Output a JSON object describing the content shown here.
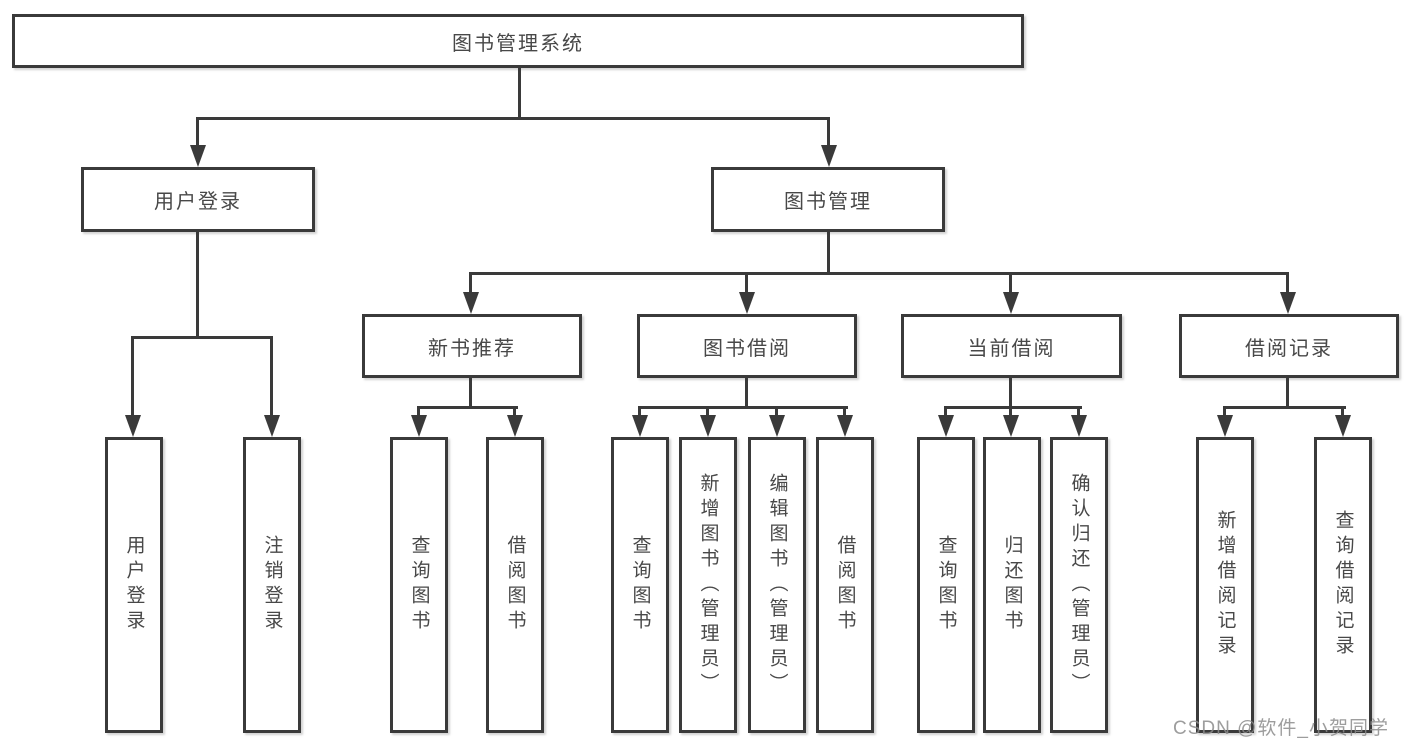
{
  "tree": {
    "label": "图书管理系统",
    "children": [
      {
        "label": "用户登录",
        "children": [
          {
            "label": "用户登录"
          },
          {
            "label": "注销登录"
          }
        ]
      },
      {
        "label": "图书管理",
        "children": [
          {
            "label": "新书推荐",
            "children": [
              {
                "label": "查询图书"
              },
              {
                "label": "借阅图书"
              }
            ]
          },
          {
            "label": "图书借阅",
            "children": [
              {
                "label": "查询图书"
              },
              {
                "label": "新增图书（管理员）"
              },
              {
                "label": "编辑图书（管理员）"
              },
              {
                "label": "借阅图书"
              }
            ]
          },
          {
            "label": "当前借阅",
            "children": [
              {
                "label": "查询图书"
              },
              {
                "label": "归还图书"
              },
              {
                "label": "确认归还（管理员）"
              }
            ]
          },
          {
            "label": "借阅记录",
            "children": [
              {
                "label": "新增借阅记录"
              },
              {
                "label": "查询借阅记录"
              }
            ]
          }
        ]
      }
    ]
  },
  "watermark": "CSDN @软件_小贺同学",
  "colors": {
    "line": "#3a3a3a",
    "text": "#484848",
    "watermark": "#8c8c8c",
    "background": "#ffffff"
  }
}
